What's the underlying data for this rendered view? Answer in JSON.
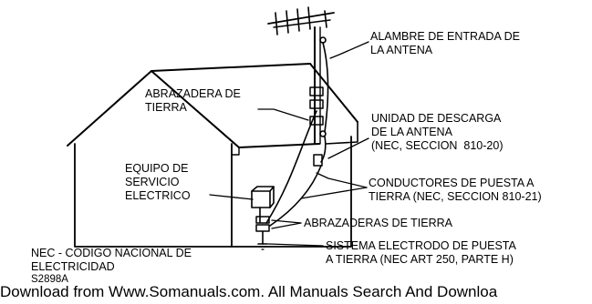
{
  "labels": {
    "antenna_lead_in_wire": "ALAMBRE DE ENTRADA DE\nLA ANTENA",
    "ground_clamp": "ABRAZADERA DE\nTIERRA",
    "antenna_discharge_unit": "UNIDAD DE DESCARGA\nDE LA ANTENA\n(NEC, SECCION  810-20)",
    "electric_service_equipment": "EQUIPO DE\nSERVICIO\nELECTRICO",
    "grounding_conductors": "CONDUCTORES DE PUESTA A\nTIERRA (NEC, SECCION 810-21)",
    "ground_clamps": "ABRAZADERAS DE TIERRA",
    "grounding_electrode_system": "SISTEMA ELECTRODO DE PUESTA\nA TIERRA (NEC ART 250, PARTE H)",
    "nec_note": "NEC - CODIGO NACIONAL DE\nELECTRICIDAD",
    "figure_code": "S2898A"
  },
  "footer": {
    "text": "Download from Www.Somanuals.com. All Manuals Search And Downloa"
  }
}
